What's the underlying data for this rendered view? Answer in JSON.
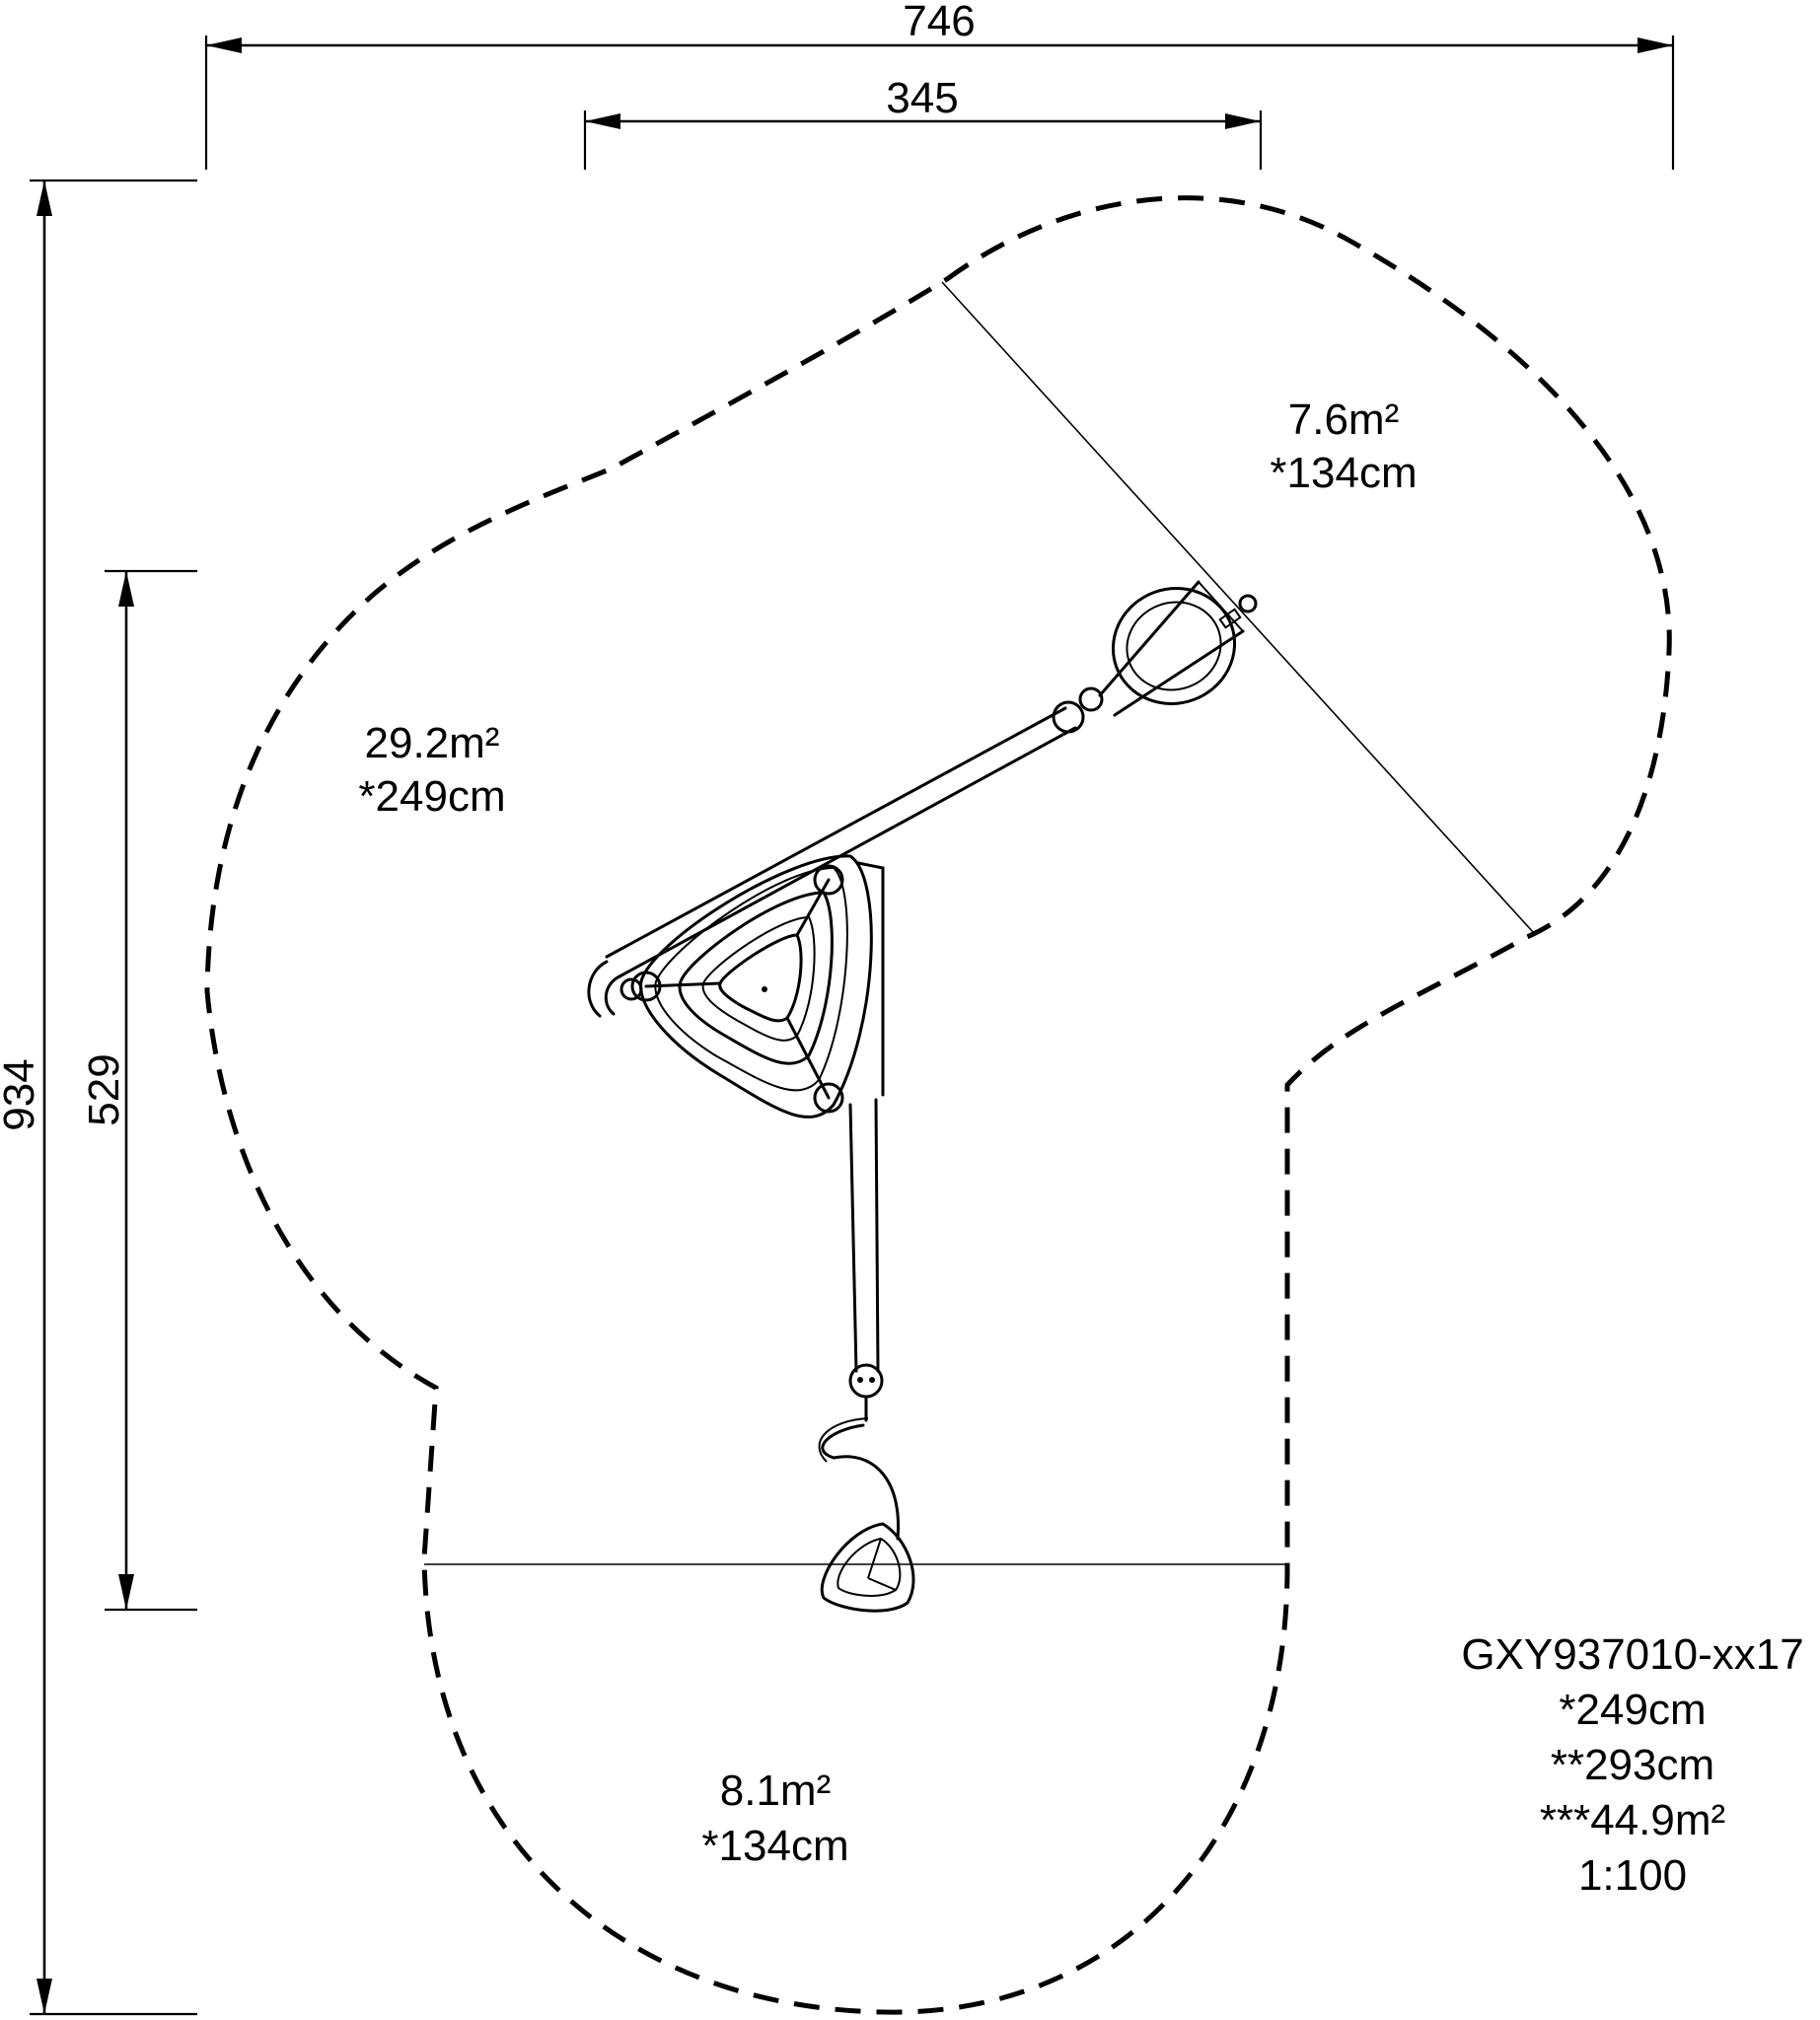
{
  "dimensions": {
    "overall_width": "746",
    "inner_width": "345",
    "overall_height": "934",
    "inner_height": "529"
  },
  "zones": [
    {
      "area": "7.6m²",
      "height": "*134cm"
    },
    {
      "area": "29.2m²",
      "height": "*249cm"
    },
    {
      "area": "8.1m²",
      "height": "*134cm"
    }
  ],
  "spec": {
    "model": "GXY937010-xx17",
    "line1": "*249cm",
    "line2": "**293cm",
    "line3": "***44.9m²",
    "scale": "1:100"
  }
}
